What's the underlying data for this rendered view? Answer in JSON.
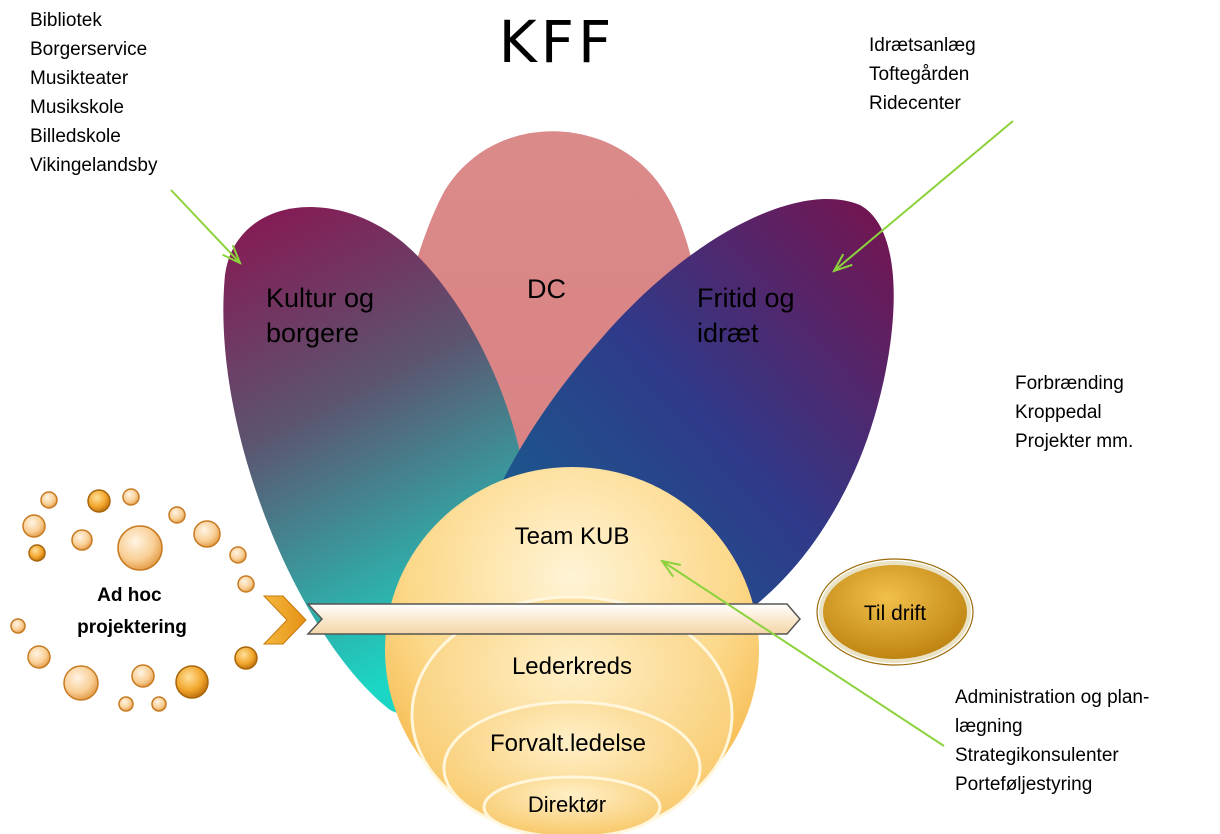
{
  "title": "KFF",
  "petals": {
    "left": {
      "label_lines": [
        "Kultur og",
        "borgere"
      ]
    },
    "middle": {
      "label_lines": [
        "DC"
      ]
    },
    "right": {
      "label_lines": [
        "Fritid og",
        "idræt"
      ]
    }
  },
  "sphere_layers": {
    "team": "Team KUB",
    "lederkreds": "Lederkreds",
    "forvaltning": "Forvalt.ledelse",
    "direktor": "Direktør"
  },
  "adhoc": {
    "line1": "Ad hoc",
    "line2": "projektering"
  },
  "til_drift": "Til drift",
  "lists": {
    "kultur": [
      "Bibliotek",
      "Borgerservice",
      "Musikteater",
      "Musikskole",
      "Billedskole",
      "Vikingelandsby"
    ],
    "fritid": [
      "Idrætsanlæg",
      "Toftegården",
      "Ridecenter"
    ],
    "dc": [
      "Forbrænding",
      "Kroppedal",
      "Projekter mm."
    ],
    "team": [
      "Administration og plan-",
      "lægning",
      "Strategikonsulenter",
      "Porteføljestyring"
    ]
  },
  "colors": {
    "arrow": "#8cd23c",
    "middle_petal": "#db8a8a",
    "sphere": "#fbd57f",
    "til_drift": "#d7a21c"
  }
}
